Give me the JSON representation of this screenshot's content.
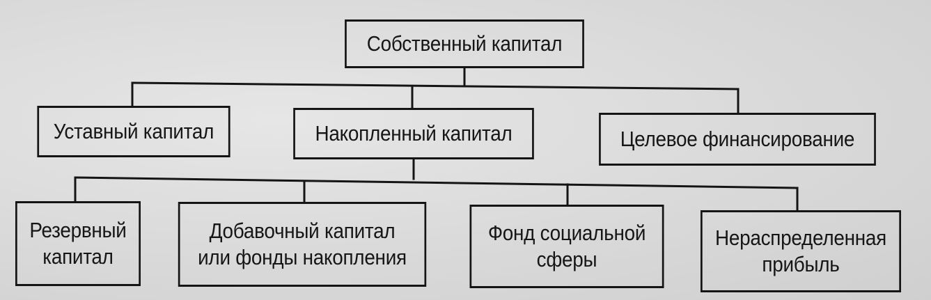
{
  "diagram": {
    "root": {
      "label": "Собственный капитал"
    },
    "level1": [
      {
        "label": "Уставный капитал"
      },
      {
        "label": "Накопленный капитал"
      },
      {
        "label": "Целевое финансирование"
      }
    ],
    "level2": [
      {
        "label": "Резервный\nкапитал"
      },
      {
        "label": "Добавочный капитал\nили фонды накопления"
      },
      {
        "label": "Фонд социальной\nсферы"
      },
      {
        "label": "Нераспределенная\nприбыль"
      }
    ],
    "colors": {
      "line": "#141414",
      "text": "#161616",
      "background": "#dcdcdc"
    }
  }
}
